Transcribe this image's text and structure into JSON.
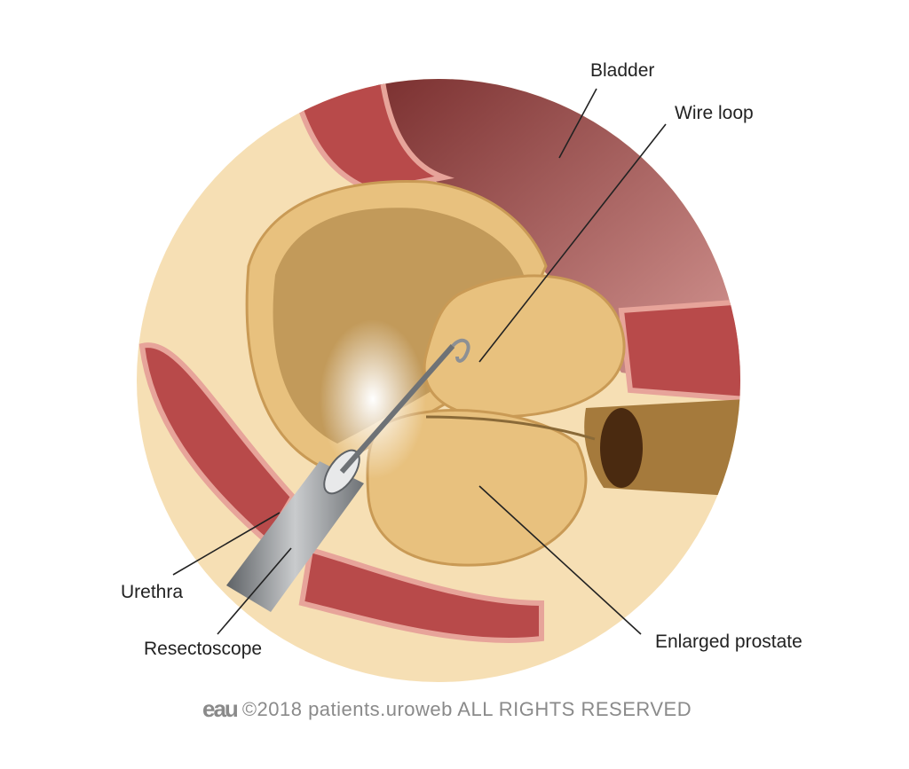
{
  "labels": {
    "bladder": "Bladder",
    "wire_loop": "Wire loop",
    "urethra": "Urethra",
    "resectoscope": "Resectoscope",
    "enlarged_prostate": "Enlarged prostate"
  },
  "footer": {
    "logo": "eau",
    "copyright": "©2018 patients.uroweb ALL RIGHTS RESERVED"
  },
  "colors": {
    "background_tissue": "#f6dfb4",
    "muscle": "#b84a4a",
    "bladder_wall": "#c97f7f",
    "prostate": "#e8c17e",
    "scope": "#8d9094"
  }
}
